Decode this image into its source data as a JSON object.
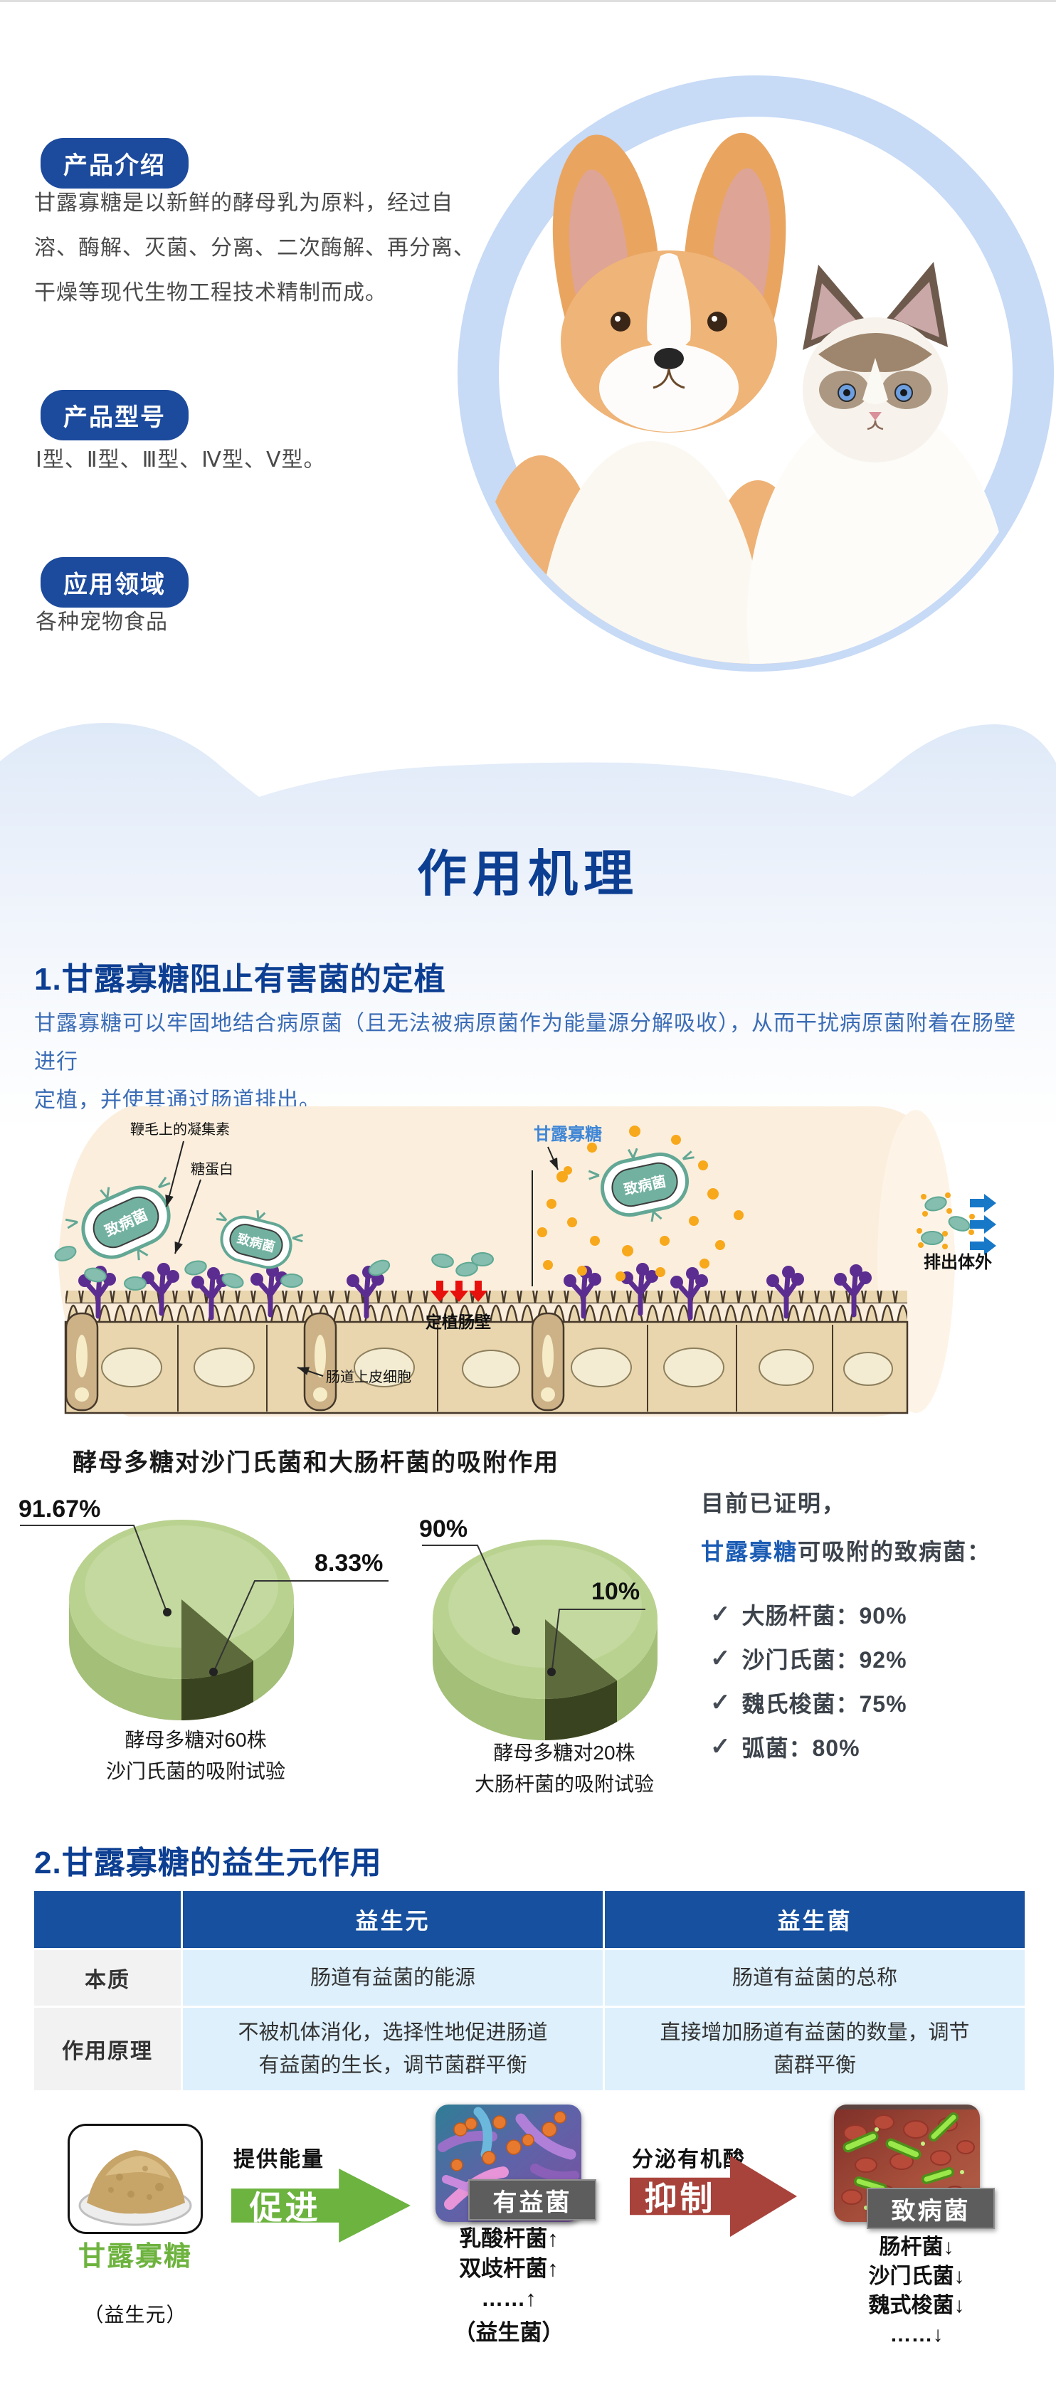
{
  "product": {
    "intro_badge": "产品介绍",
    "intro_text": "甘露寡糖是以新鲜的酵母乳为原料，经过自\n溶、酶解、灭菌、分离、二次酶解、再分离、\n干燥等现代生物工程技术精制而成。",
    "models_badge": "产品型号",
    "models_text": "Ⅰ型、Ⅱ型、Ⅲ型、Ⅳ型、Ⅴ型。",
    "apps_badge": "应用领域",
    "apps_text": "各种宠物食品"
  },
  "mechanism": {
    "title": "作用机理",
    "s1_heading": "1.甘露寡糖阻止有害菌的定植",
    "s1_para": "甘露寡糖可以牢固地结合病原菌（且无法被病原菌作为能量源分解吸收），从而干扰病原菌附着在肠壁进行\n定植，并使其通过肠道排出。",
    "s2_heading": "2.甘露寡糖的益生元作用"
  },
  "diagram": {
    "lectin": "鞭毛上的凝集素",
    "glycoprotein": "糖蛋白",
    "pathogen": "致病菌",
    "mos": "甘露寡糖",
    "colonize": "定植肠壁",
    "epithelium": "肠道上皮细胞",
    "excrete": "排出体外"
  },
  "adsorption": {
    "heading": "酵母多糖对沙门氏菌和大肠杆菌的吸附作用",
    "proven_intro": "目前已证明，",
    "proven_highlight": "甘露寡糖",
    "proven_rest": "可吸附的致病菌：",
    "proven_items": [
      "大肠杆菌：90%",
      "沙门氏菌：92%",
      "魏氏梭菌：75%",
      "弧菌：80%"
    ]
  },
  "chart_data": [
    {
      "type": "pie",
      "title": "酵母多糖对60株沙门氏菌的吸附试验",
      "slices": [
        {
          "label": "91.67%",
          "value": 91.67
        },
        {
          "label": "8.33%",
          "value": 8.33
        }
      ],
      "caption_lines": [
        "酵母多糖对60株",
        "沙门氏菌的吸附试验"
      ],
      "colors": {
        "body": "#b9d28f",
        "wedge": "#5d6a3c"
      },
      "legend_position": "none"
    },
    {
      "type": "pie",
      "title": "酵母多糖对20株大肠杆菌的吸附试验",
      "slices": [
        {
          "label": "90%",
          "value": 90
        },
        {
          "label": "10%",
          "value": 10
        }
      ],
      "caption_lines": [
        "酵母多糖对20株",
        "大肠杆菌的吸附试验"
      ],
      "colors": {
        "body": "#b9d28f",
        "wedge": "#5d6a3c"
      },
      "legend_position": "none"
    }
  ],
  "table": {
    "headers": [
      "益生元",
      "益生菌"
    ],
    "rows": [
      {
        "label": "本质",
        "cells": [
          "肠道有益菌的能源",
          "肠道有益菌的总称"
        ]
      },
      {
        "label": "作用原理",
        "cells": [
          "不被机体消化，选择性地促进肠道\n有益菌的生长，调节菌群平衡",
          "直接增加肠道有益菌的数量，调节\n菌群平衡"
        ]
      }
    ]
  },
  "flow": {
    "source": "甘露寡糖",
    "source_sub": "（益生元）",
    "arrow1_label": "提供能量",
    "arrow1_text": "促进",
    "beneficial": "有益菌",
    "beneficial_list": [
      "乳酸杆菌↑",
      "双歧杆菌↑",
      "……↑",
      "（益生菌）"
    ],
    "arrow2_label": "分泌有机酸",
    "arrow2_text": "抑制",
    "pathogenic": "致病菌",
    "pathogenic_list": [
      "肠杆菌↓",
      "沙门氏菌↓",
      "魏式梭菌↓",
      "……↓"
    ]
  },
  "colors": {
    "badge_blue": "#1c4a9c",
    "navy": "#0c3e92",
    "para_blue": "#3b6cb5",
    "green": "#6cb33f",
    "red_arrow": "#a8433c",
    "table_header": "#17509f",
    "cell_blue": "#def0fc",
    "pie_green": "#b9d28f",
    "pie_wedge": "#5d6a3c",
    "tube_peach": "#fbeedd",
    "pathogen_teal": "#72b1a0",
    "receptor_purple": "#5c2d91",
    "mos_orange": "#f7a81b",
    "exit_blue": "#1878c8",
    "ring_blue": "#c7daf6"
  }
}
